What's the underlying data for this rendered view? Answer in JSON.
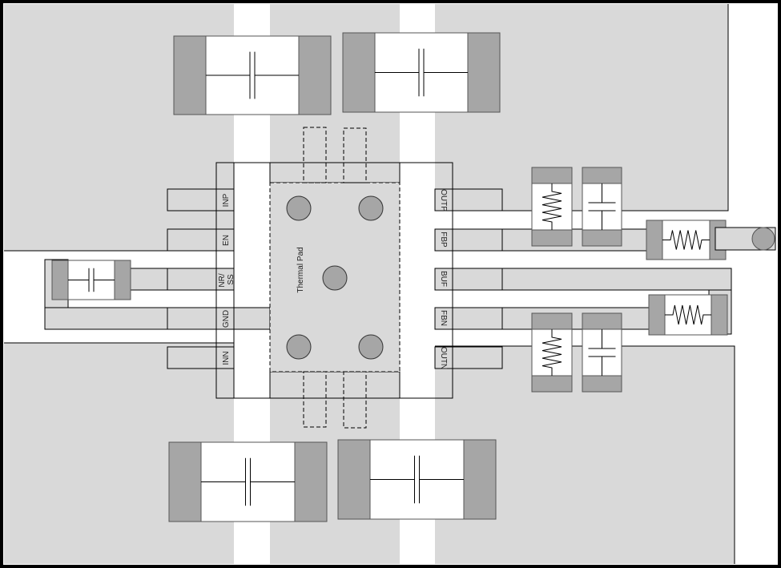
{
  "diagram": {
    "thermal_pad_label": "Thermal Pad",
    "left_pins": [
      "INP",
      "EN",
      "NR/",
      "SS",
      "GND",
      "INN"
    ],
    "right_pins": [
      "OUTP",
      "FBP",
      "BUF",
      "FBN",
      "OUTN"
    ],
    "colors": {
      "copper": "#d9d9d9",
      "pad": "#a6a6a6",
      "outline": "#000000",
      "background": "#ffffff"
    }
  }
}
